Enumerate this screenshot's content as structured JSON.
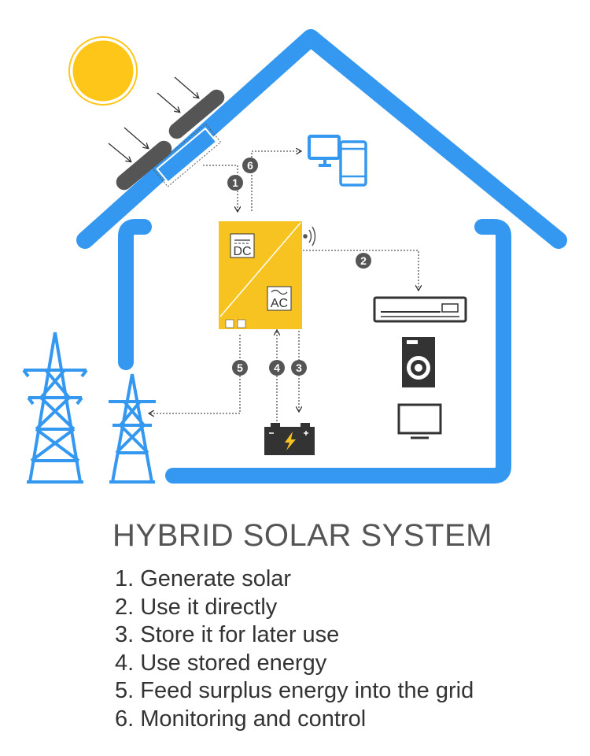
{
  "title": "HYBRID SOLAR SYSTEM",
  "steps": [
    "1. Generate solar",
    "2. Use it directly",
    "3. Store it for later use",
    "4. Use stored energy",
    "5. Feed surplus energy into the grid",
    "6. Monitoring and control"
  ],
  "inverter": {
    "dc_label": "DC",
    "ac_label": "AC"
  },
  "badges": [
    "1",
    "2",
    "3",
    "4",
    "5",
    "6"
  ],
  "colors": {
    "house": "#3598f0",
    "sun": "#ffc61a",
    "inverter": "#f7c320",
    "panel": "#555555",
    "badge": "#555555",
    "device": "#3598f0",
    "appliance": "#333333"
  },
  "icons": [
    "sun-icon",
    "solar-panel-icon",
    "inverter-icon",
    "monitor-icon",
    "phone-icon",
    "air-conditioner-icon",
    "washing-machine-icon",
    "tv-icon",
    "battery-icon",
    "power-tower-icon"
  ]
}
